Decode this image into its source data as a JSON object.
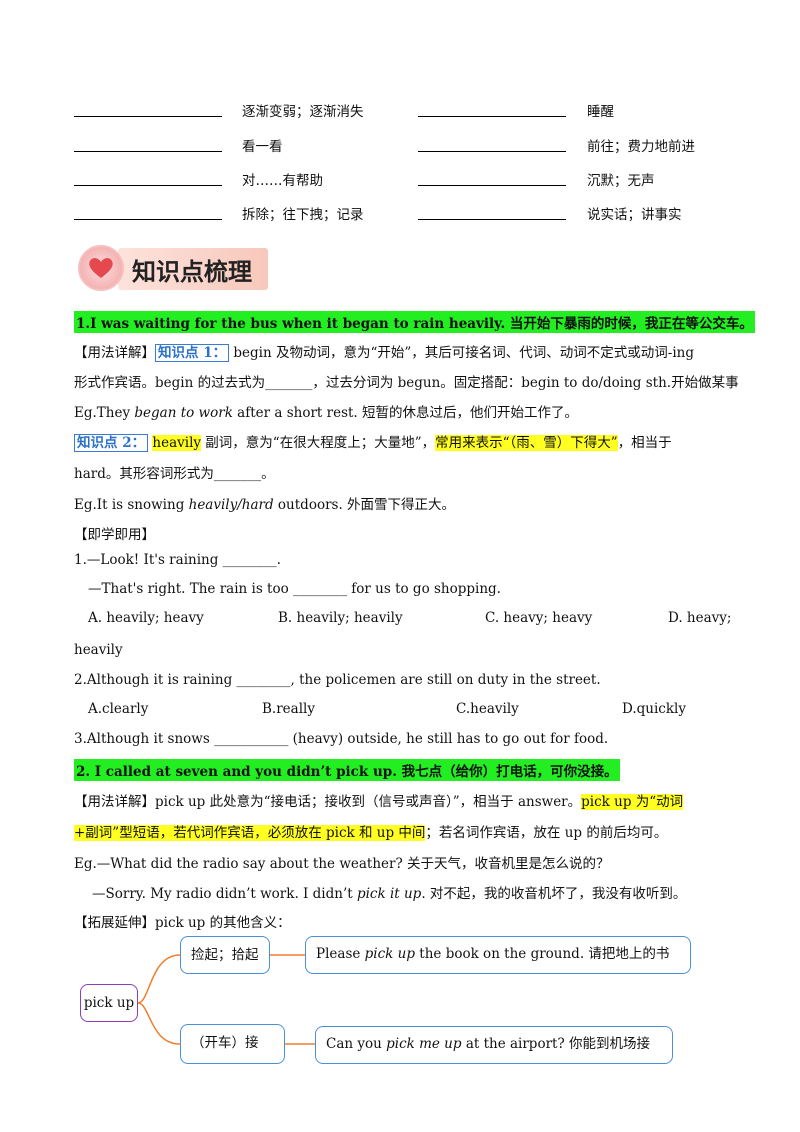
{
  "vocab": [
    {
      "left": "逐渐变弱；逐渐消失",
      "right": "睡醒"
    },
    {
      "left": "看一看",
      "right": "前往；费力地前进"
    },
    {
      "left": "对……有帮助",
      "right": "沉默；无声"
    },
    {
      "left": "拆除；往下拽；记录",
      "right": "说实话；讲事实"
    }
  ],
  "section_title": "知识点梳理",
  "s1": {
    "heading": "1.I was waiting for the bus when it began to rain heavily. 当开始下暴雨的时候，我正在等公交车。",
    "usage_label": "【用法详解】",
    "kp1": "知识点 1：",
    "kp1_text": " begin 及物动词，意为“开始”，其后可接名词、代词、动词不定式或动词-ing",
    "kp1_text2": "形式作宾语。begin 的过去式为_______，过去分词为 begun。固定搭配：begin to do/doing sth.开始做某事",
    "eg1_a": "Eg.They ",
    "eg1_it": "began to work",
    "eg1_b": " after a short rest. 短暂的休息过后，他们开始工作了。",
    "kp2": "知识点 2：",
    "kp2_word": "heavily",
    "kp2_text": " 副词，意为“在很大程度上；大量地”，",
    "kp2_hl": "常用来表示“（雨、雪）下得大”",
    "kp2_text3": "，相当于",
    "kp2_text4": "hard。其形容词形式为_______。",
    "eg2_a": "Eg.It is snowing ",
    "eg2_it": "heavily/hard",
    "eg2_b": " outdoors. 外面雪下得正大。",
    "practice_label": "【即学即用】",
    "q1": "1.—Look! It's raining ________.",
    "q1b": "—That's right. The rain is too ________ for us to go shopping.",
    "q1_opts": [
      "A. heavily; heavy",
      "B. heavily; heavily",
      "C. heavy; heavy",
      "D. heavy;"
    ],
    "q1_wrap": "heavily",
    "q2": "2.Although it is raining ________, the policemen are still on duty in the street.",
    "q2_opts": [
      "A.clearly",
      "B.really",
      "C.heavily",
      "D.quickly"
    ],
    "q3": "3.Although it snows ___________ (heavy) outside, he still has to go out for food."
  },
  "s2": {
    "heading": "2. I called at seven and you didn’t pick up. 我七点（给你）打电话，可你没接。",
    "usage_a": "【用法详解】pick up 此处意为“接电话；接收到（信号或声音）”，相当于 answer。",
    "usage_hl": "pick up 为“动词",
    "usage2_hl": "+副词”型短语，若代词作宾语，必须放在 pick 和 up 中间",
    "usage2_b": "；若名词作宾语，放在 up 的前后均可。",
    "eg_a": "Eg.—What did the radio say about the weather? 关于天气，收音机里是怎么说的？",
    "eg_b1": "—Sorry. My radio didn’t work. I didn’t ",
    "eg_b_it": "pick it up",
    "eg_b2": ". 对不起，我的收音机坏了，我没有收听到。",
    "extend_label": "【拓展延伸】pick up 的其他含义："
  },
  "mindmap": {
    "center": "pick up",
    "branch1": "捡起；拾起",
    "branch1_ex_a": "Please ",
    "branch1_ex_it": "pick up",
    "branch1_ex_b": " the book on the ground. 请把地上的书捡",
    "branch2": "（开车）接",
    "branch2_ex_a": "Can you ",
    "branch2_ex_it": "pick me up",
    "branch2_ex_b": " at the airport? 你能到机场接我"
  },
  "colors": {
    "green": "#22ee22",
    "yellow": "#ffff22",
    "accent": "#e94b4b",
    "branch_line": "#f07e2e",
    "center_border": "#8a3fb5"
  }
}
